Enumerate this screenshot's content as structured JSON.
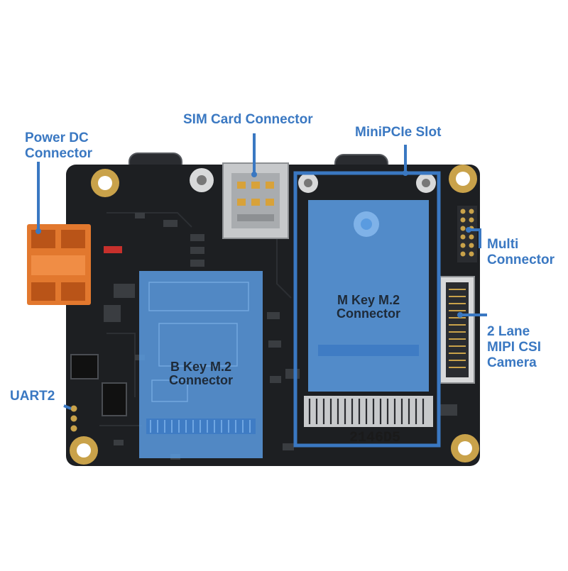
{
  "labels": {
    "power_dc": "Power DC\nConnector",
    "sim_card": "SIM Card Connector",
    "minipcie": "MiniPCIe Slot",
    "multi": "Multi\nConnector",
    "mipi": "2 Lane\nMIPI CSI\nCamera",
    "uart2": "UART2",
    "b_key": "B Key M.2\nConnector",
    "m_key": "M Key M.2\nConnector"
  },
  "board_marking": "2146D5",
  "colors": {
    "accent": "#3a78c2",
    "board": "#1d1f22",
    "highlight_fill": "#5a9be0",
    "terminal": "#e2782e",
    "pad_gold": "#c9a24a"
  }
}
